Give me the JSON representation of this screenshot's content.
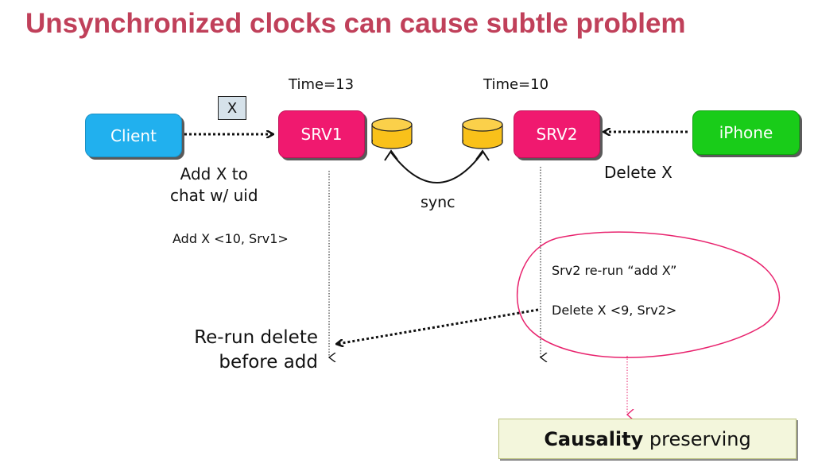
{
  "title": "Unsynchronized clocks can cause subtle problem",
  "nodes": {
    "client": "Client",
    "srv1": "SRV1",
    "srv2": "SRV2",
    "iphone": "iPhone"
  },
  "times": {
    "srv1": "Time=13",
    "srv2": "Time=10"
  },
  "message_box": "X",
  "labels": {
    "add_line1": "Add X to",
    "add_line2": "chat w/ uid",
    "delete_x": "Delete X",
    "sync": "sync",
    "add_ts": "Add X <10, Srv1>",
    "srv2_rerun": "Srv2 re-run “add X”",
    "delete_ts": "Delete X <9, Srv2>",
    "rerun_line1_prefix": "Re-run ",
    "rerun_line1_bold": "delete",
    "rerun_line2_prefix": "before ",
    "rerun_line2_bold": "add"
  },
  "footer": {
    "bold": "Causality",
    "rest": " preserving"
  },
  "colors": {
    "title": "#c0405a",
    "client": "#21b0ee",
    "server": "#f0196f",
    "iphone": "#19cc19",
    "database": "#f9c11a",
    "annotation": "#e8226d",
    "footer_bg": "#f3f6dc"
  }
}
